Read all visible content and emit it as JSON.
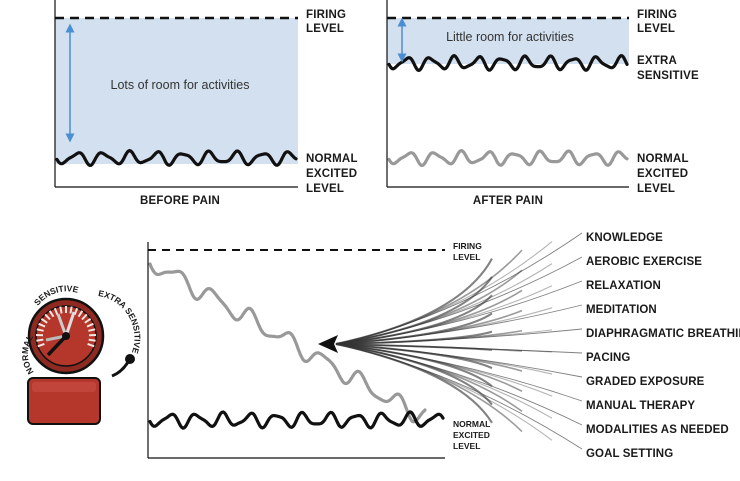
{
  "colors": {
    "room_fill": "#d3e0ef",
    "arrow": "#4a8fd4",
    "normal_wave": "#111111",
    "faded_wave": "#999999",
    "bell_red": "#b5362b"
  },
  "panel_before": {
    "caption": "BEFORE PAIN",
    "firing": [
      "FIRING",
      "LEVEL"
    ],
    "normal": [
      "NORMAL",
      "EXCITED",
      "LEVEL"
    ],
    "room_text": "Lots of room for activities"
  },
  "panel_after": {
    "caption": "AFTER PAIN",
    "firing": [
      "FIRING",
      "LEVEL"
    ],
    "extra": [
      "EXTRA",
      "SENSITIVE"
    ],
    "normal": [
      "NORMAL",
      "EXCITED",
      "LEVEL"
    ],
    "room_text": "Little room for activities"
  },
  "panel_treatment": {
    "firing": [
      "FIRING",
      "LEVEL"
    ],
    "normal": [
      "NORMAL",
      "EXCITED",
      "LEVEL"
    ]
  },
  "treatments": [
    "KNOWLEDGE",
    "AEROBIC EXERCISE",
    "RELAXATION",
    "MEDITATION",
    "DIAPHRAGMATIC BREATHING",
    "PACING",
    "GRADED EXPOSURE",
    "MANUAL THERAPY",
    "MODALITIES AS NEEDED",
    "GOAL SETTING"
  ],
  "alarm": {
    "normal": "NORMAL",
    "sensitive": "SENSITIVE",
    "extra_sensitive": "EXTRA SENSITIVE"
  }
}
